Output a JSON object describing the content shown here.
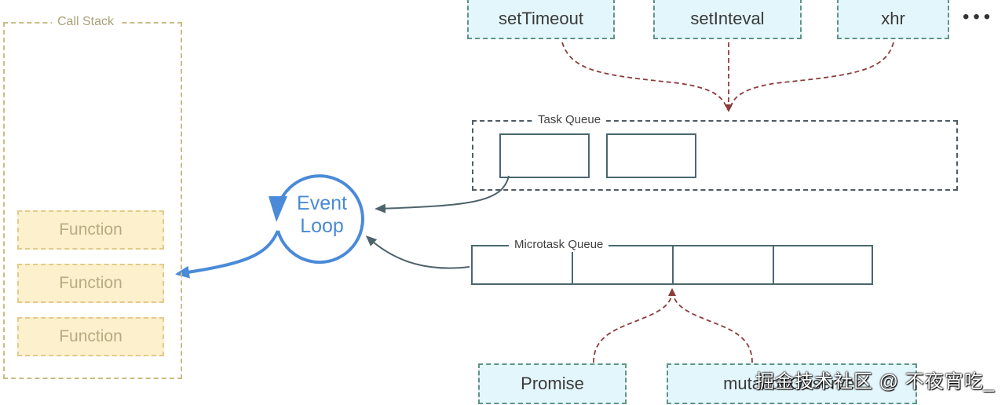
{
  "call_stack": {
    "title": "Call Stack",
    "frames": [
      "Function",
      "Function",
      "Function"
    ]
  },
  "event_loop": {
    "line1": "Event",
    "line2": "Loop"
  },
  "web_apis": [
    "setTimeout",
    "setInteval",
    "xhr"
  ],
  "more_indicator": "•••",
  "task_queue": {
    "title": "Task Queue"
  },
  "microtask_queue": {
    "title": "Microtask Queue"
  },
  "microtask_sources": [
    "Promise",
    "mutationObserver"
  ],
  "watermark": "掘金技术社区 @ 不夜宵吃_",
  "colors": {
    "stack_fill": "#fdf0cd",
    "api_fill": "#e3f6fb",
    "event_loop_blue": "#4a8ad8",
    "queue_stroke": "#4a6770",
    "feed_arrow": "#8a3c3c"
  }
}
